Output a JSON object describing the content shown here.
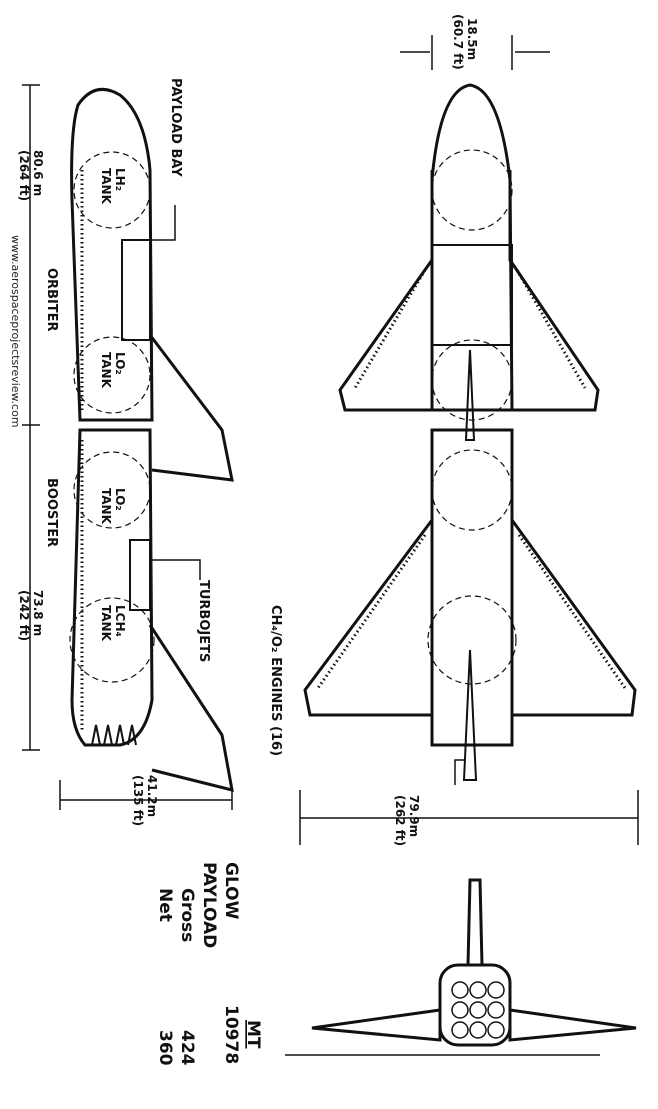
{
  "labels": {
    "payload_bay": "PAYLOAD BAY",
    "orbiter": "ORBITER",
    "booster": "BOOSTER",
    "turbojets": "TURBOJETS",
    "engines": "CH₄/O₂ ENGINES (16)",
    "lh2_tank_a": "LH₂",
    "lh2_tank_b": "TANK",
    "lo2_tank_orb_a": "LO₂",
    "lo2_tank_orb_b": "TANK",
    "lo2_tank_boost_a": "LO₂",
    "lo2_tank_boost_b": "TANK",
    "lch4_tank_a": "LCH₄",
    "lch4_tank_b": "TANK",
    "watermark": "www.aerospaceprojectsreview.com"
  },
  "dimensions": {
    "orbiter_length_m": "80.6 m",
    "orbiter_length_ft": "(264 ft)",
    "booster_length_m": "73.8 m",
    "booster_length_ft": "(242 ft)",
    "height_m": "41.2m",
    "height_ft": "(135 ft)",
    "body_width_m": "18.5m",
    "body_width_ft": "(60.7 ft)",
    "span_m": "79.9m",
    "span_ft": "(262 ft)"
  },
  "mass_table": {
    "unit_header": "MT",
    "rows": [
      {
        "label": "GLOW",
        "value": "10978"
      },
      {
        "label": "PAYLOAD",
        "value": ""
      },
      {
        "label": "Gross",
        "value": "424"
      },
      {
        "label": "Net",
        "value": "360"
      }
    ]
  }
}
